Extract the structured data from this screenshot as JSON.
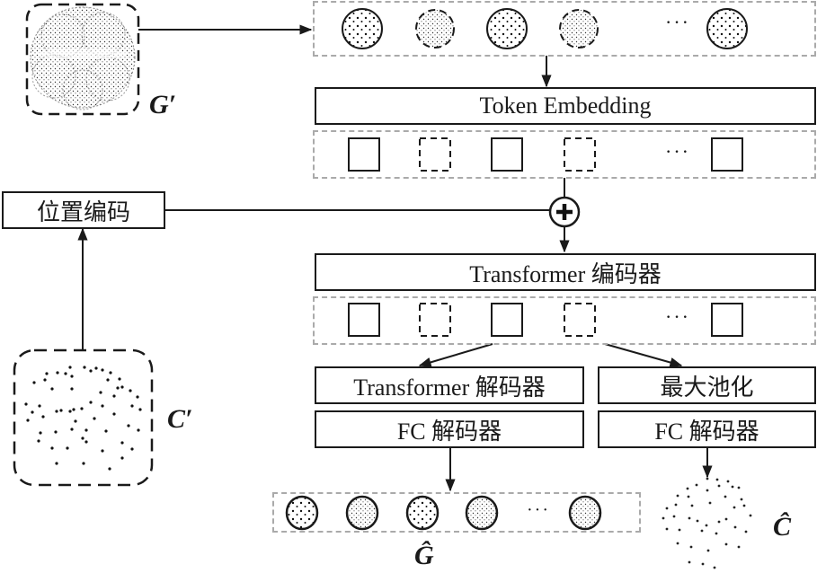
{
  "inputs": {
    "full_cloud_label": "G′",
    "coarse_cloud_label": "C′"
  },
  "blocks": {
    "token_embedding": "Token Embedding",
    "positional_encoding": "位置编码",
    "transformer_encoder": "Transformer 编码器",
    "transformer_decoder": "Transformer 解码器",
    "max_pooling": "最大池化",
    "fc_decoder_left": "FC 解码器",
    "fc_decoder_right": "FC 解码器"
  },
  "operators": {
    "add": "+"
  },
  "sequences": {
    "patch_row_ellipsis": "···",
    "token_row_ellipsis": "···",
    "encoded_row_ellipsis": "···",
    "output_row_ellipsis": "···",
    "patch_row_items": [
      "visible",
      "masked",
      "visible",
      "masked",
      "visible"
    ],
    "token_row_items": [
      "visible",
      "masked",
      "visible",
      "masked",
      "visible"
    ],
    "encoded_row_items": [
      "visible",
      "masked",
      "visible",
      "masked",
      "visible"
    ],
    "output_row_count": 5
  },
  "outputs": {
    "reconstructed_patches_label": "Ĝ",
    "reconstructed_centers_label": "Ĉ"
  }
}
